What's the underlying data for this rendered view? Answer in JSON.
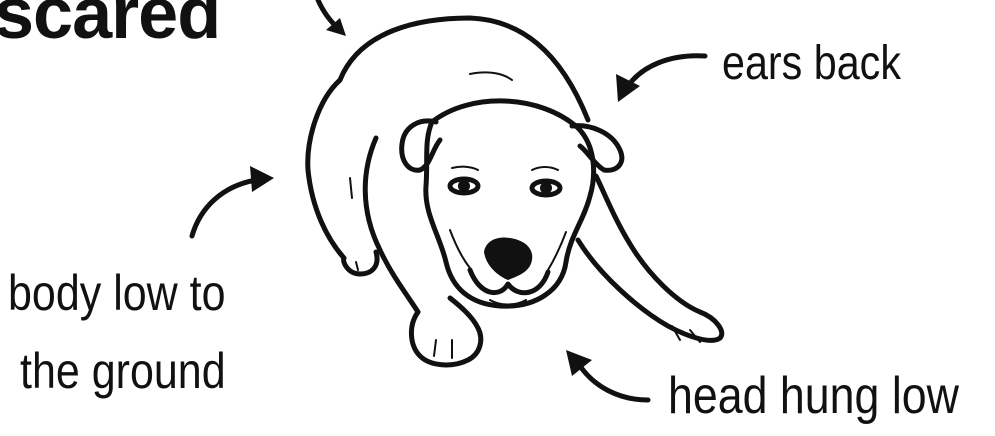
{
  "title": "scared",
  "labels": {
    "ears": "ears back",
    "body_line1": "body low to",
    "body_line2": "the ground",
    "head": "head hung low"
  },
  "colors": {
    "ink": "#111111",
    "background": "#ffffff"
  }
}
